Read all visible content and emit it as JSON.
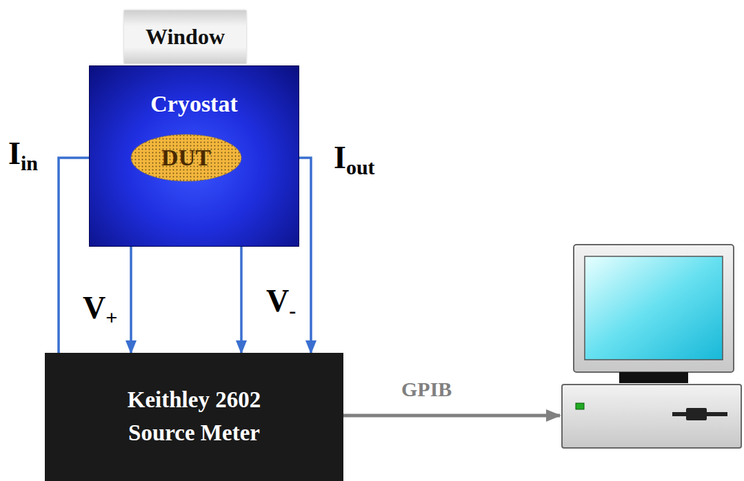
{
  "diagram": {
    "nodes": [
      {
        "text": [
          "Window"
        ]
      },
      {
        "text": [
          "Cryostat"
        ]
      },
      {
        "text": [
          "DUT"
        ],
        "in": 1
      },
      {
        "text": [
          "Keithley 2602 Source Meter"
        ]
      }
    ],
    "edges": [
      {
        "from": 3,
        "to": 2,
        "arrow": "to",
        "label": "Iin"
      },
      {
        "from": 2,
        "to": 3,
        "arrow": "to",
        "label": "V+"
      },
      {
        "from": 2,
        "to": 3,
        "arrow": "to",
        "label": "V-"
      },
      {
        "from": 2,
        "to": 3,
        "arrow": "to",
        "label": "Iout"
      }
    ],
    "labels": [
      "GPIB"
    ]
  }
}
